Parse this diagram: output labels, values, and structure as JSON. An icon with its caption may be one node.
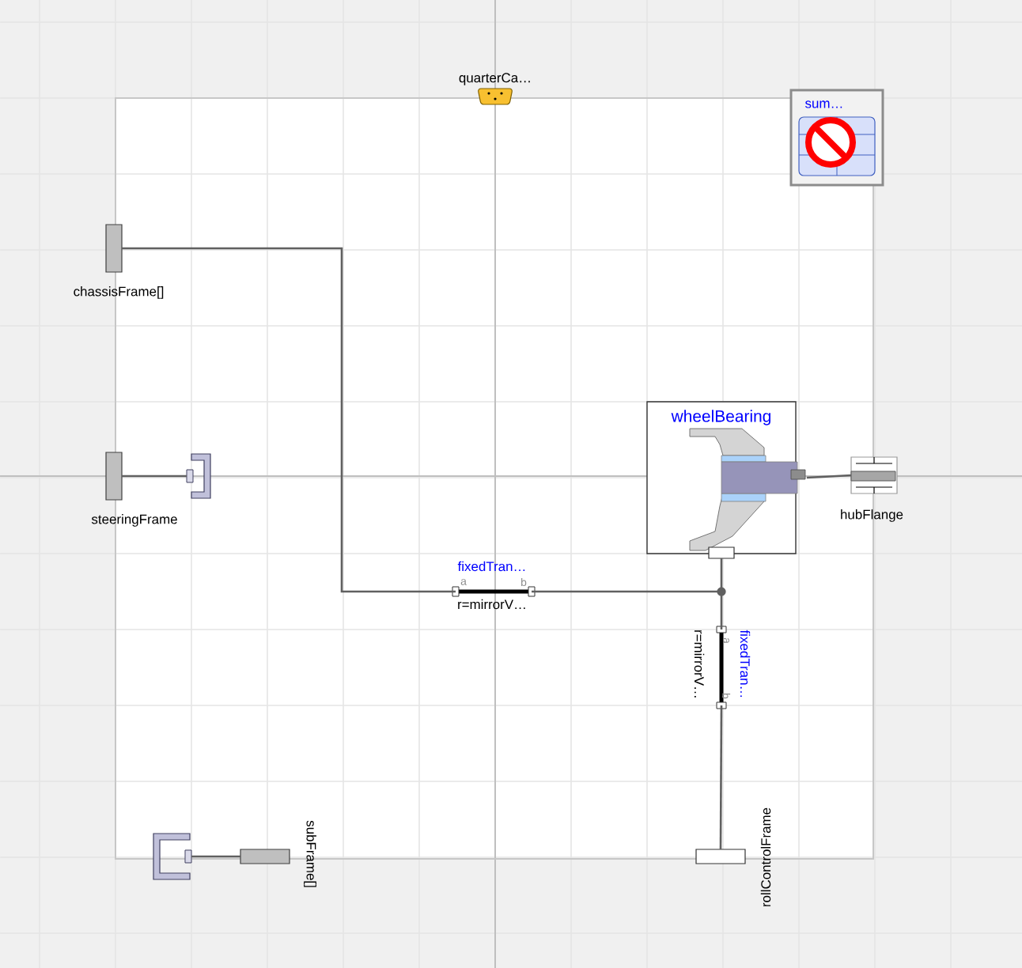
{
  "diagram": {
    "nodes": [
      {
        "text": [
          "quarterCa…"
        ]
      },
      {
        "text": [
          "sum…"
        ]
      },
      {
        "text": [
          "chassisFrame[]"
        ]
      },
      {
        "text": [
          "steeringFrame"
        ]
      },
      {
        "text": [],
        "shape": "bracket"
      },
      {
        "text": [
          "wheelBearing"
        ]
      },
      {
        "text": [
          "hubFlange"
        ]
      },
      {
        "text": [
          "fixedTran…",
          "a",
          "b",
          "r=mirrorV…"
        ]
      },
      {
        "text": [
          "r=mirrorV…",
          "a",
          "b",
          "fixedTran…"
        ]
      },
      {
        "text": [
          "rollControlFrame"
        ]
      },
      {
        "text": [
          "subFrame[]"
        ]
      },
      {
        "text": [],
        "shape": "bracket"
      },
      {
        "text": [],
        "shape": "circle"
      }
    ],
    "edges": [
      {
        "from": 2,
        "to": 7,
        "arrow": "none"
      },
      {
        "from": 3,
        "to": 4,
        "arrow": "none"
      },
      {
        "from": 7,
        "to": 12,
        "arrow": "none"
      },
      {
        "from": 5,
        "to": 12,
        "arrow": "none"
      },
      {
        "from": 12,
        "to": 8,
        "arrow": "none"
      },
      {
        "from": 8,
        "to": 9,
        "arrow": "none"
      },
      {
        "from": 5,
        "to": 6,
        "arrow": "none"
      },
      {
        "from": 11,
        "to": 10,
        "arrow": "none"
      }
    ]
  }
}
